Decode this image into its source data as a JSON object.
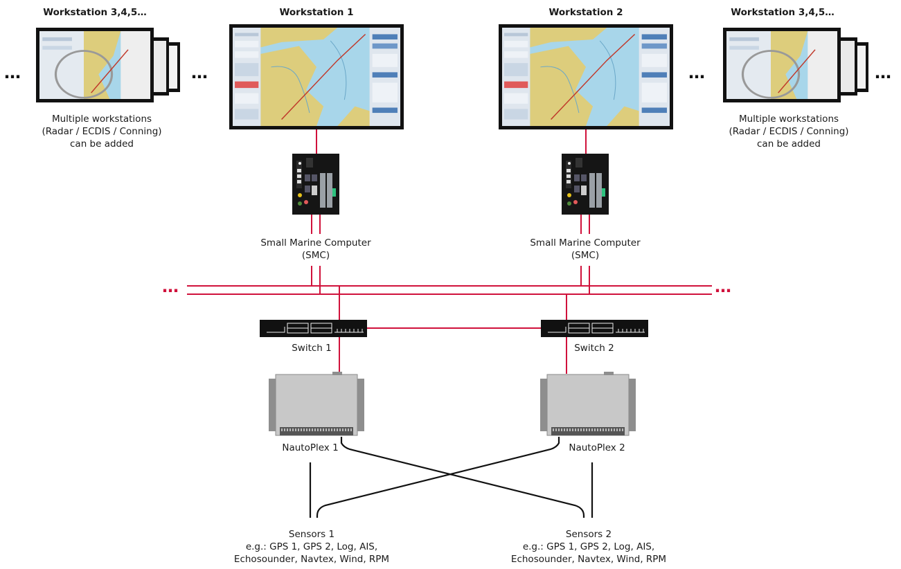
{
  "workstations": {
    "ws_left_title": "Workstation 3,4,5…",
    "ws1_title": "Workstation 1",
    "ws2_title": "Workstation 2",
    "ws_right_title": "Workstation 3,4,5…",
    "multi_note_left": "Multiple workstations\n(Radar / ECDIS / Conning)\ncan be added",
    "multi_note_right": "Multiple workstations\n(Radar / ECDIS / Conning)\ncan be added",
    "ellipsis": "…"
  },
  "computers": {
    "smc1_label": "Small Marine Computer\n(SMC)",
    "smc2_label": "Small Marine Computer\n(SMC)"
  },
  "network": {
    "switch1_label": "Switch 1",
    "switch2_label": "Switch 2",
    "bus_ellipsis": "…"
  },
  "nautoplex": {
    "np1_label": "NautoPlex 1",
    "np2_label": "NautoPlex 2"
  },
  "sensors": {
    "sensors1_label": "Sensors 1\ne.g.: GPS 1, GPS 2, Log, AIS,\nEchosounder, Navtex, Wind, RPM",
    "sensors2_label": "Sensors 2\ne.g.: GPS 1, GPS 2, Log, AIS,\nEchosounder, Navtex, Wind, RPM"
  },
  "colors": {
    "network_line": "#d0113b",
    "sensor_line": "#111111",
    "sea": "#9fd0e6",
    "land": "#d9c97a"
  }
}
